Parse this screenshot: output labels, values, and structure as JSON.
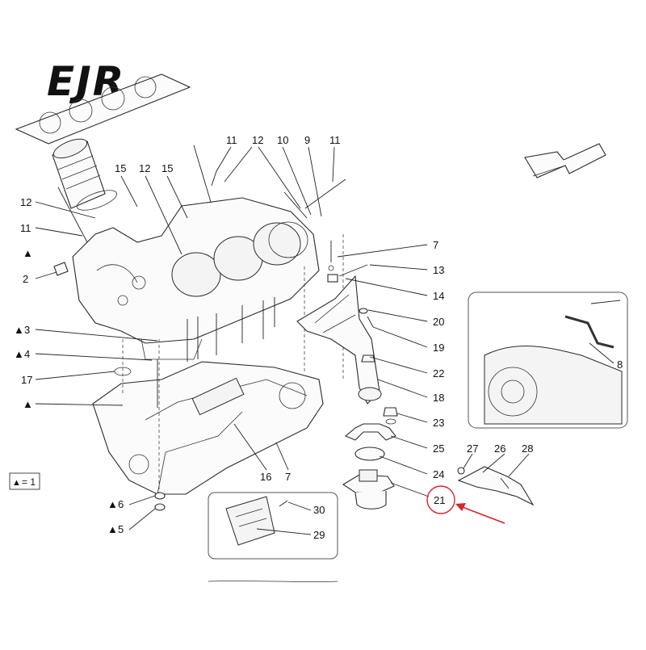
{
  "logo": {
    "text": "EJR"
  },
  "legend": {
    "triangle": "▲",
    "text": "= 1"
  },
  "callouts": {
    "c11a": "11",
    "c12a": "12",
    "c10": "10",
    "c9": "9",
    "c11b": "11",
    "c15a": "15",
    "c12b": "12",
    "c15b": "15",
    "c12c": "12",
    "c11c": "11",
    "c2": "2",
    "c3": "3",
    "c4": "4",
    "c17": "17",
    "c7a": "7",
    "c13": "13",
    "c14": "14",
    "c20": "20",
    "c19": "19",
    "c22": "22",
    "c18": "18",
    "c23": "23",
    "c25": "25",
    "c24": "24",
    "c21": "21",
    "c8": "8",
    "c27": "27",
    "c26": "26",
    "c28": "28",
    "c16": "16",
    "c7b": "7",
    "c6": "6",
    "c5": "5",
    "c30": "30",
    "c29": "29"
  },
  "markers": {
    "tri": "▲"
  },
  "highlight": {
    "part": "21",
    "color": "#d8232a"
  }
}
